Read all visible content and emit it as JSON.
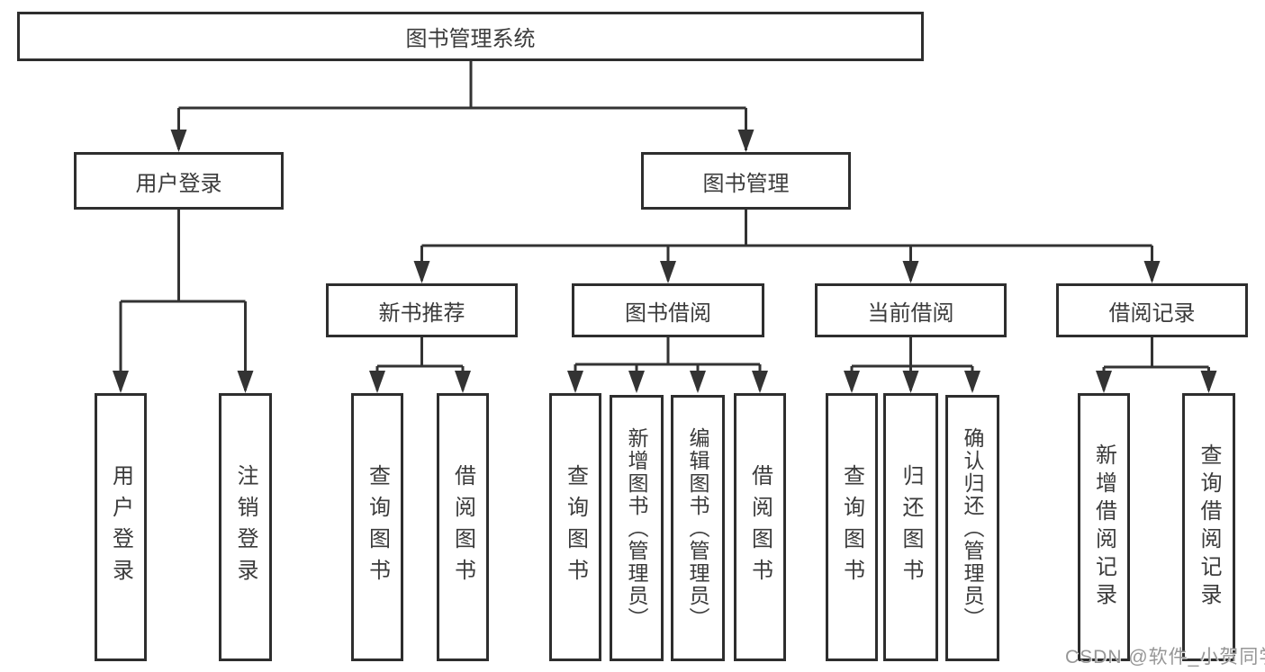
{
  "tree": {
    "root": {
      "label": "图书管理系统"
    },
    "branches": [
      {
        "label": "用户登录",
        "children": [
          {
            "label": "用户登录"
          },
          {
            "label": "注销登录"
          }
        ]
      },
      {
        "label": "图书管理",
        "groups": [
          {
            "label": "新书推荐",
            "children": [
              {
                "label": "查询图书"
              },
              {
                "label": "借阅图书"
              }
            ]
          },
          {
            "label": "图书借阅",
            "children": [
              {
                "label": "查询图书"
              },
              {
                "label": "新增图书（管理员）"
              },
              {
                "label": "编辑图书（管理员）"
              },
              {
                "label": "借阅图书"
              }
            ]
          },
          {
            "label": "当前借阅",
            "children": [
              {
                "label": "查询图书"
              },
              {
                "label": "归还图书"
              },
              {
                "label": "确认归还（管理员）"
              }
            ]
          },
          {
            "label": "借阅记录",
            "children": [
              {
                "label": "新增借阅记录"
              },
              {
                "label": "查询借阅记录"
              }
            ]
          }
        ]
      }
    ]
  },
  "watermark": {
    "text": "CSDN @软件_小贺同学"
  },
  "colors": {
    "line": "#333333",
    "border": "#2e2e2e",
    "text": "#3b3b3b",
    "watermark": "#969696"
  }
}
